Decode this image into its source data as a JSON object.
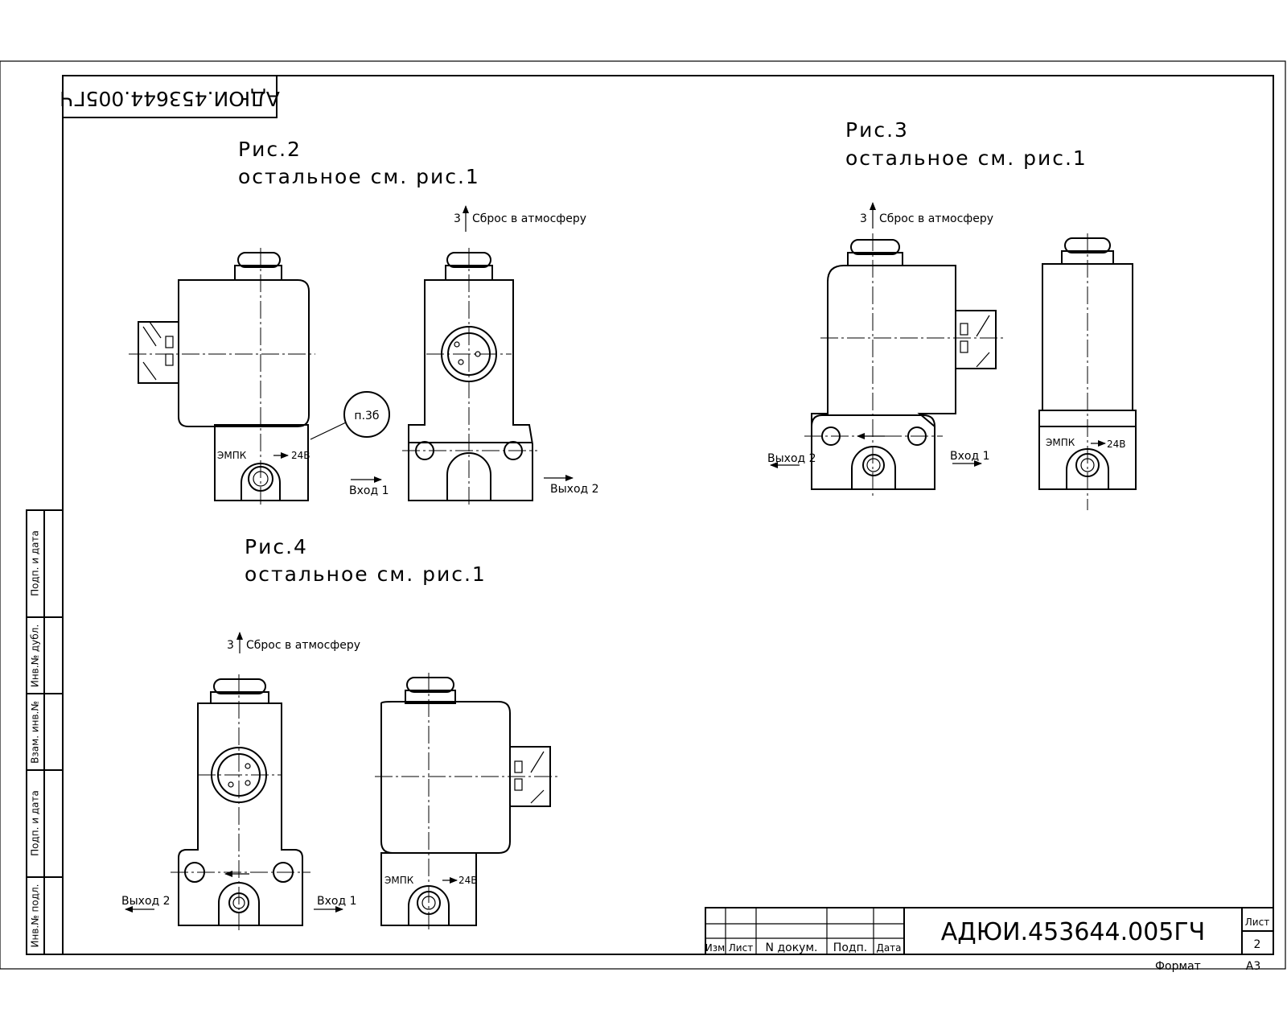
{
  "stamp_code": "АДЮИ.453644.005ГЧ",
  "figures": {
    "fig2": {
      "title": "Рис.2",
      "note": "остальное см. рис.1",
      "exhaust_port": "3",
      "exhaust_label": "Сброс в атмосферу",
      "inlet": "Вход 1",
      "outlet": "Выход 2",
      "callout": "п.3б",
      "brand": "ЭМПК",
      "voltage": "24В"
    },
    "fig3": {
      "title": "Рис.3",
      "note": "остальное см. рис.1",
      "exhaust_port": "3",
      "exhaust_label": "Сброс в атмосферу",
      "outlet": "Выход 2",
      "inlet": "Вход 1",
      "brand": "ЭМПК",
      "voltage": "24В"
    },
    "fig4": {
      "title": "Рис.4",
      "note": "остальное см. рис.1",
      "exhaust_port": "3",
      "exhaust_label": "Сброс в атмосферу",
      "outlet": "Выход 2",
      "inlet": "Вход 1",
      "brand": "ЭМПК",
      "voltage": "24В"
    }
  },
  "side_strip": [
    "Инв.№ подл.",
    "Подп. и дата",
    "Взам. инв.№",
    "Инв.№ дубл.",
    "Подп. и дата"
  ],
  "title_block": {
    "cols": [
      "Изм",
      "Лист",
      "N докум.",
      "Подп.",
      "Дата"
    ],
    "designation": "АДЮИ.453644.005ГЧ",
    "sheet_label": "Лист",
    "sheet_number": "2"
  },
  "format_label": "Формат",
  "format_value": "А3"
}
